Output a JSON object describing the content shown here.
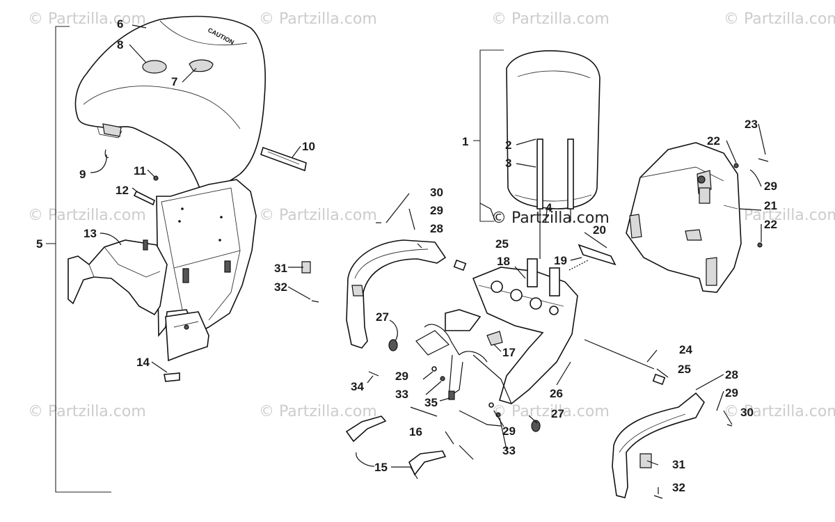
{
  "watermark": "© Partzilla.com",
  "center_watermark": "© Partzilla.com",
  "seat_label_text": "CAUTION",
  "callouts": {
    "c1": "1",
    "c2": "2",
    "c3": "3",
    "c4": "4",
    "c5": "5",
    "c6": "6",
    "c7": "7",
    "c8": "8",
    "c9": "9",
    "c10": "10",
    "c11": "11",
    "c12": "12",
    "c13": "13",
    "c14": "14",
    "c15": "15",
    "c16": "16",
    "c17": "17",
    "c18": "18",
    "c19": "19",
    "c20": "20",
    "c21": "21",
    "c22": "22",
    "c23": "23",
    "c24": "24",
    "c25": "25",
    "c26": "26",
    "c27": "27",
    "c28": "28",
    "c29": "29",
    "c30": "30",
    "c31": "31",
    "c32": "32",
    "c33": "33",
    "c34": "34",
    "c35": "35"
  },
  "colors": {
    "ink": "#111111",
    "watermark": "#cccccc",
    "background": "#ffffff"
  }
}
